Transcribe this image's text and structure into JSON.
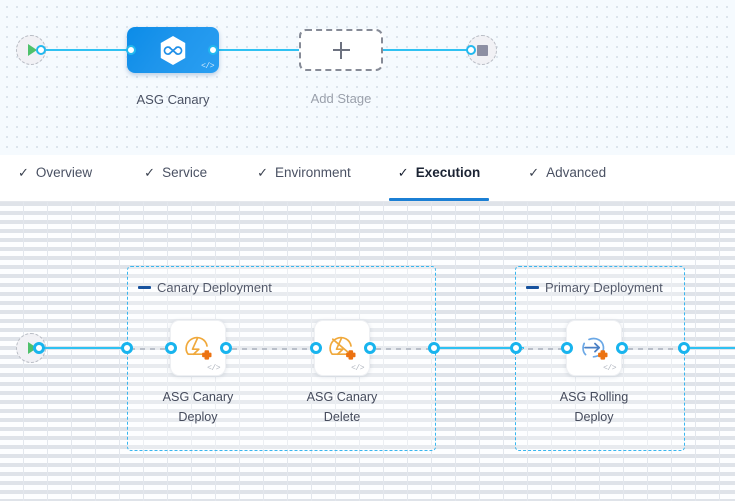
{
  "stage_canvas": {
    "start_node": {
      "icon": "play-icon",
      "name": "pipeline-start"
    },
    "end_node": {
      "icon": "stop-icon",
      "name": "pipeline-end"
    },
    "stage": {
      "label": "ASG Canary",
      "icon": "harness-hexagon-infinity-icon",
      "code_tag": "</>",
      "color": "#1e95ec"
    },
    "add_stage": {
      "label": "Add Stage",
      "icon": "plus-icon"
    }
  },
  "tabs": [
    {
      "label": "Overview",
      "check": "✓",
      "active": false
    },
    {
      "label": "Service",
      "check": "✓",
      "active": false
    },
    {
      "label": "Environment",
      "check": "✓",
      "active": false
    },
    {
      "label": "Execution",
      "check": "✓",
      "active": true
    },
    {
      "label": "Advanced",
      "check": "✓",
      "active": false
    }
  ],
  "active_tab_color": "#1b7fd4",
  "execution_canvas": {
    "start_node": {
      "icon": "play-icon",
      "name": "execution-start"
    },
    "groups": [
      {
        "title": "Canary Deployment",
        "steps": [
          {
            "label": "ASG Canary\nDeploy",
            "line1": "ASG Canary",
            "line2": "Deploy",
            "icon": "asg-canary-deploy-icon",
            "code_tag": "</>"
          },
          {
            "label": "ASG Canary\nDelete",
            "line1": "ASG Canary",
            "line2": "Delete",
            "icon": "asg-canary-delete-icon",
            "code_tag": "</>"
          }
        ]
      },
      {
        "title": "Primary Deployment",
        "steps": [
          {
            "label": "ASG Rolling\nDeploy",
            "line1": "ASG Rolling",
            "line2": "Deploy",
            "icon": "asg-rolling-deploy-icon",
            "code_tag": "</>"
          }
        ]
      }
    ]
  },
  "colors": {
    "connector_blue": "#2fc1f2",
    "group_border_blue": "#39b6ef",
    "stage_blue": "#1e95ec",
    "aws_orange": "#ec7211",
    "asg_yellow": "#f2a93b",
    "start_green": "#4ec16b"
  }
}
